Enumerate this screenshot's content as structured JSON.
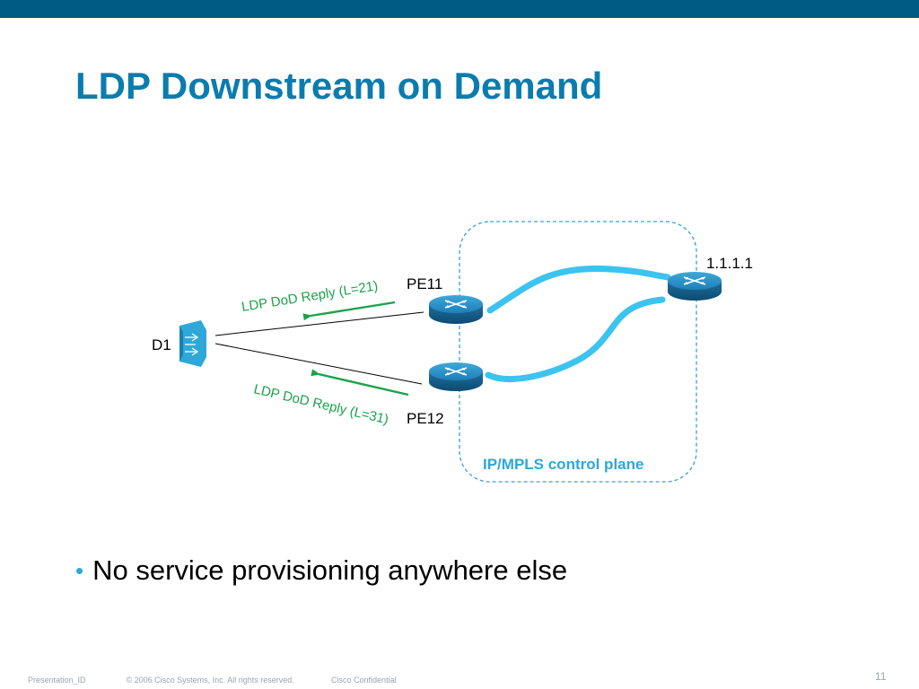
{
  "slide": {
    "title": "LDP Downstream on Demand",
    "colors": {
      "top_bar": "#005b84",
      "title": "#0b7cae",
      "link": "#3cc3f0",
      "reply": "#1aa34a",
      "plane": "#2ea8d8"
    }
  },
  "diagram": {
    "nodes": {
      "d1": "D1",
      "pe11": "PE11",
      "pe12": "PE12",
      "core": "1.1.1.1"
    },
    "replies": {
      "top": "LDP DoD Reply (L=21)",
      "bottom": "LDP DoD Reply (L=31)"
    },
    "plane_label": "IP/MPLS control plane",
    "icons": {
      "d1": "access-node-icon",
      "router": "router-icon"
    }
  },
  "bullets": [
    "No service provisioning anywhere else"
  ],
  "footer": {
    "presentation_id": "Presentation_ID",
    "copyright": "© 2006 Cisco Systems, Inc. All rights reserved.",
    "confidential": "Cisco Confidential",
    "page_number": "11"
  }
}
